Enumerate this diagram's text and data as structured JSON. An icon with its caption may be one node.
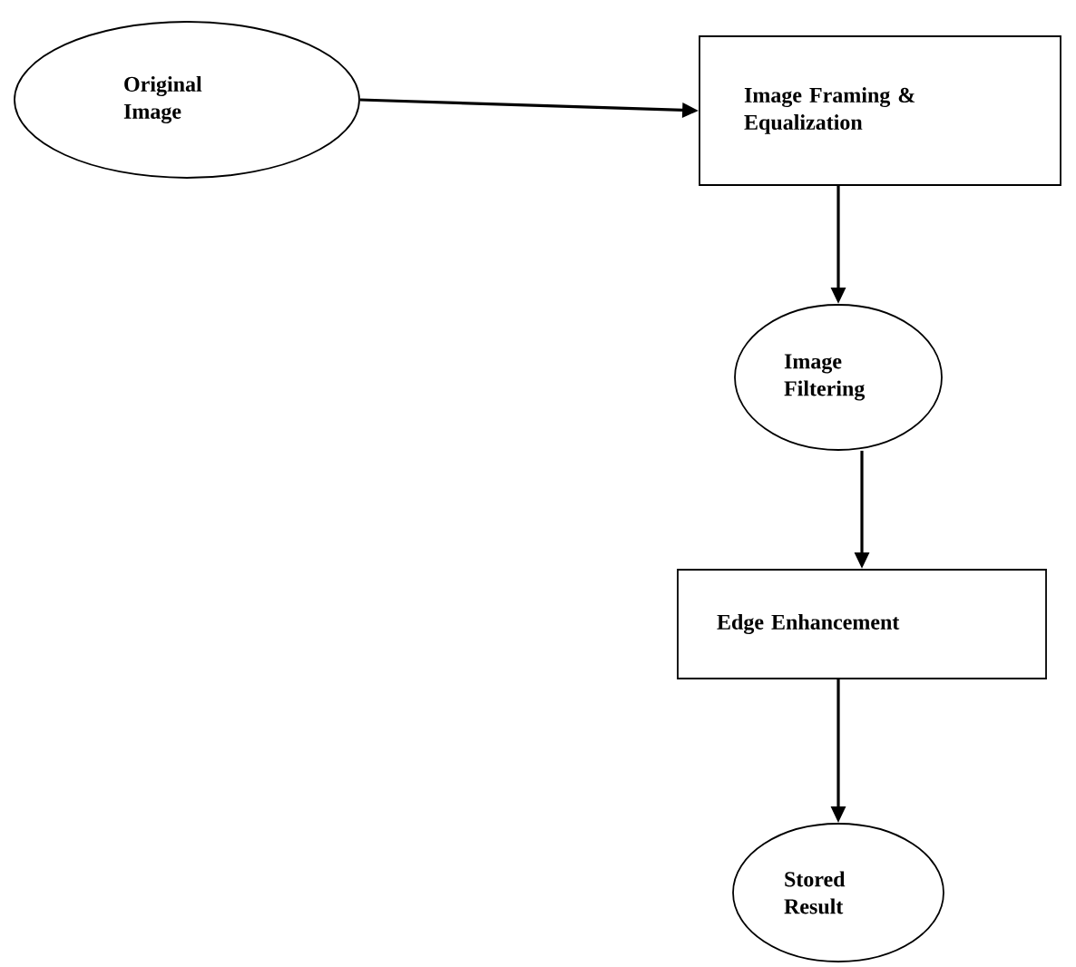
{
  "diagram": {
    "nodes": [
      {
        "text": [
          "Original Image"
        ]
      },
      {
        "text": [
          "Image Framing & Equalization"
        ]
      },
      {
        "text": [
          "Image Filtering"
        ]
      },
      {
        "text": [
          "Edge Enhancement"
        ]
      },
      {
        "text": [
          "Stored Result"
        ]
      }
    ],
    "edges": [
      {
        "from": 0,
        "to": 1,
        "arrow": "to"
      },
      {
        "from": 1,
        "to": 2,
        "arrow": "to"
      },
      {
        "from": 2,
        "to": 3,
        "arrow": "to"
      },
      {
        "from": 3,
        "to": 4,
        "arrow": "to"
      }
    ]
  }
}
